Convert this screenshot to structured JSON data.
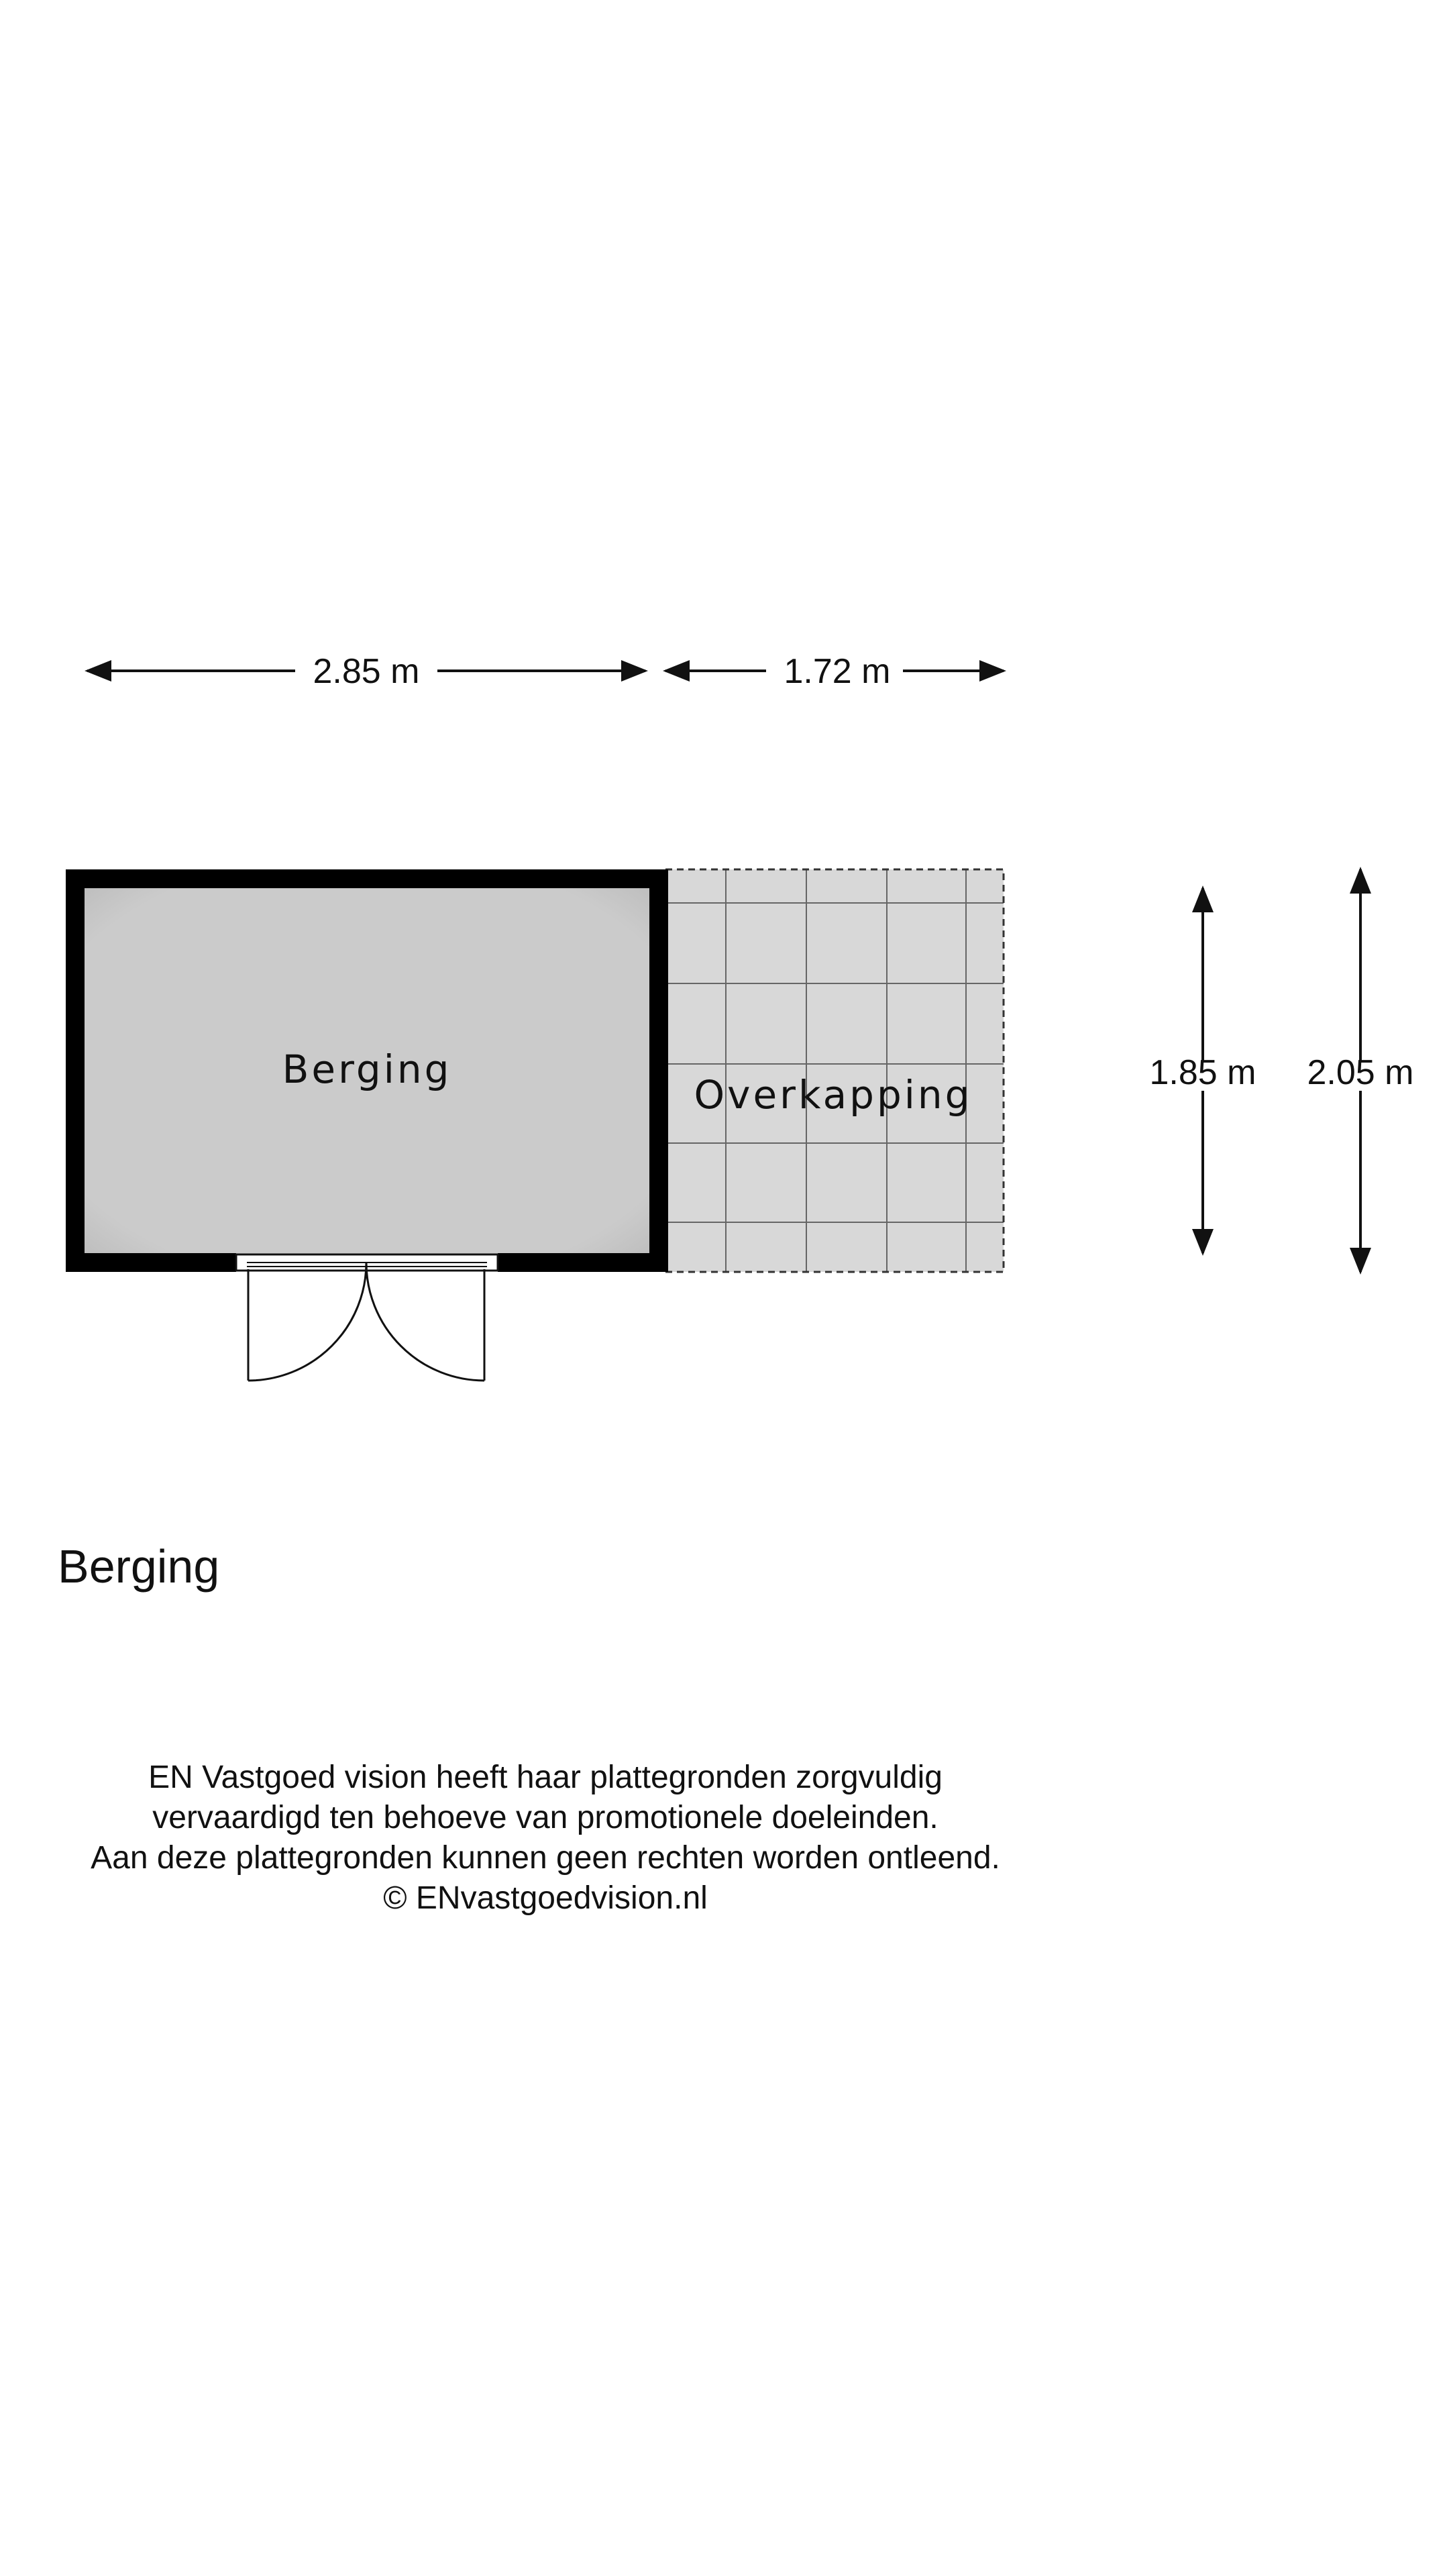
{
  "dimensions": {
    "berging_width": "2.85 m",
    "overkapping_width": "1.72 m",
    "inner_height": "1.85 m",
    "outer_height": "2.05 m"
  },
  "rooms": {
    "berging": "Berging",
    "overkapping": "Overkapping"
  },
  "floor_title": "Berging",
  "disclaimer": {
    "line1": "EN Vastgoed vision heeft haar plattegronden zorgvuldig",
    "line2": "vervaardigd ten behoeve van promotionele doeleinden.",
    "line3": "Aan deze plattegronden kunnen geen rechten worden ontleend.",
    "line4": "© ENvastgoedvision.nl"
  },
  "colors": {
    "wall": "#000000",
    "room_fill": "#cccccc",
    "covered_fill": "#d9d9d9",
    "grid_line": "#555555"
  }
}
